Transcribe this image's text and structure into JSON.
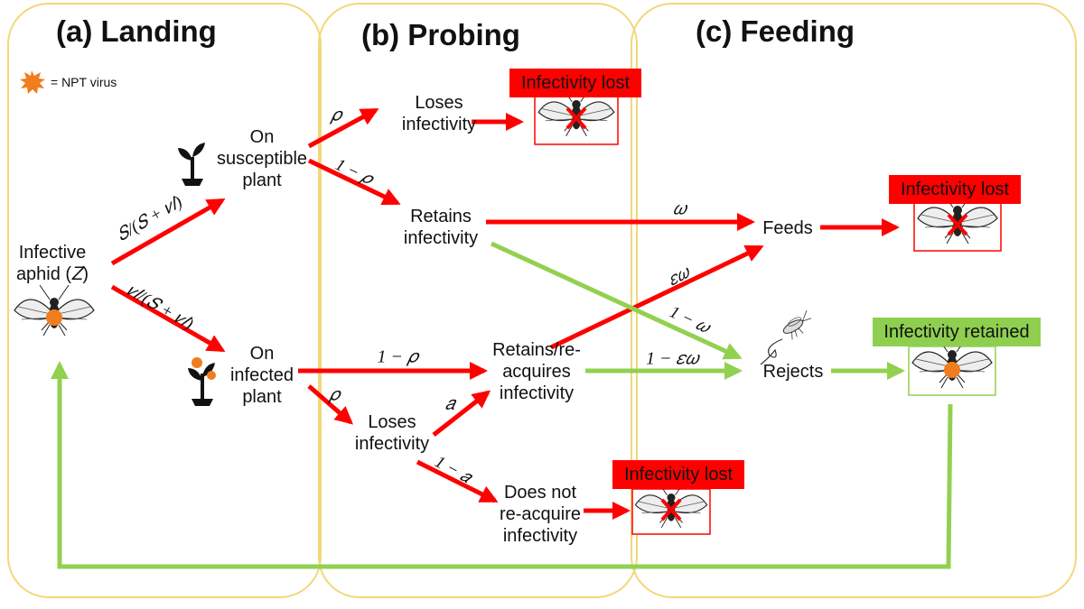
{
  "panels": {
    "landing": "(a) Landing",
    "probing": "(b) Probing",
    "feeding": "(c) Feeding"
  },
  "legend": {
    "icon": "star-burst-icon",
    "text": "= NPT virus",
    "color": "#f07d1e"
  },
  "nodes": {
    "infective_aphid": [
      "Infective",
      "aphid (𝑍)"
    ],
    "on_susceptible": [
      "On",
      "susceptible",
      "plant"
    ],
    "on_infected": [
      "On",
      "infected",
      "plant"
    ],
    "loses_top": [
      "Loses",
      "infectivity"
    ],
    "retains": [
      "Retains",
      "infectivity"
    ],
    "retains_reacquires": [
      "Retains/re-",
      "acquires",
      "infectivity"
    ],
    "loses_mid": [
      "Loses",
      "infectivity"
    ],
    "does_not_reacquire": [
      "Does not",
      "re-acquire",
      "infectivity"
    ],
    "feeds": "Feeds",
    "rejects": "Rejects"
  },
  "edge_labels": {
    "s_frac": "𝑆/(𝑆 + 𝑣𝐼)",
    "vi_frac": "𝑣𝐼/(𝑆 + 𝑣𝐼)",
    "rho_top": "𝜌",
    "one_minus_rho_top": "1 − 𝜌",
    "omega": "𝜔",
    "eps_omega": "𝜀𝜔",
    "one_minus_omega": "1 − 𝜔",
    "one_minus_eps_omega": "1 − 𝜀𝜔",
    "one_minus_rho_mid": "1 − 𝜌",
    "rho_mid": "𝜌",
    "a": "𝑎",
    "one_minus_a": "1 − 𝑎"
  },
  "outcomes": {
    "lost_1": "Infectivity lost",
    "lost_2": "Infectivity lost",
    "lost_3": "Infectivity lost",
    "retained": "Infectivity retained"
  },
  "colors": {
    "red": "#ff0000",
    "green": "#92d050",
    "panel_border": "#f2d779",
    "virus": "#f07d1e"
  },
  "icons": [
    "aphid-icon",
    "plant-icon",
    "infected-plant-icon",
    "crossed-aphid-icon",
    "small-aphid-icon"
  ]
}
